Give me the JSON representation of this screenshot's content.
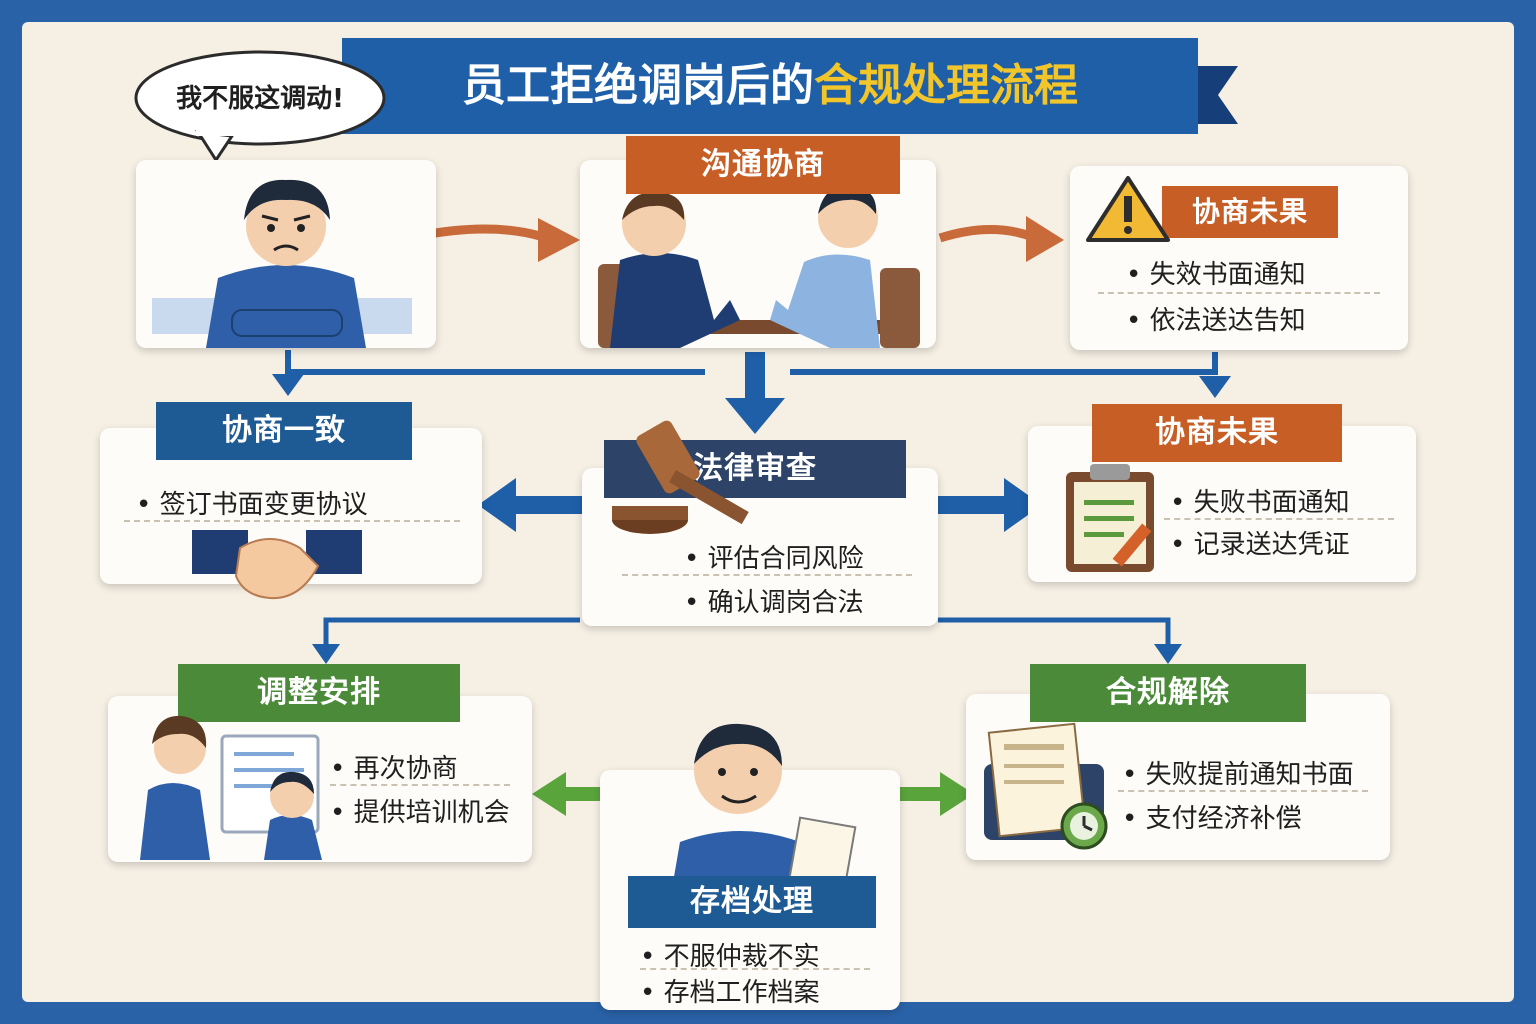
{
  "title": {
    "part1": "员工拒绝调岗后的",
    "part2": "合规处理流程"
  },
  "speech_bubble": "我不服这调动!",
  "nodes": {
    "top_middle": {
      "tag": "沟通协商"
    },
    "top_right": {
      "tag": "协商未果",
      "items": [
        "失效书面通知",
        "依法送达告知"
      ]
    },
    "mid_left": {
      "tag": "协商一致",
      "items": [
        "签订书面变更协议"
      ]
    },
    "mid_center": {
      "tag": "法律审查",
      "items": [
        "评估合同风险",
        "确认调岗合法"
      ]
    },
    "mid_right": {
      "tag": "协商未果",
      "items": [
        "失败书面通知",
        "记录送达凭证"
      ]
    },
    "bottom_left": {
      "tag": "调整安排",
      "items": [
        "再次协商",
        "提供培训机会"
      ]
    },
    "bottom_center": {
      "tag": "存档处理",
      "items": [
        "不服仲裁不实",
        "存档工作档案"
      ]
    },
    "bottom_right": {
      "tag": "合规解除",
      "items": [
        "失败提前通知书面",
        "支付经济补偿"
      ]
    }
  },
  "colors": {
    "frame": "#2a62a8",
    "background": "#f5efe4",
    "orange": "#c65e26",
    "blue": "#1e5b94",
    "navy": "#2d4367",
    "green": "#4a8a38",
    "title_highlight": "#f2c62b"
  }
}
